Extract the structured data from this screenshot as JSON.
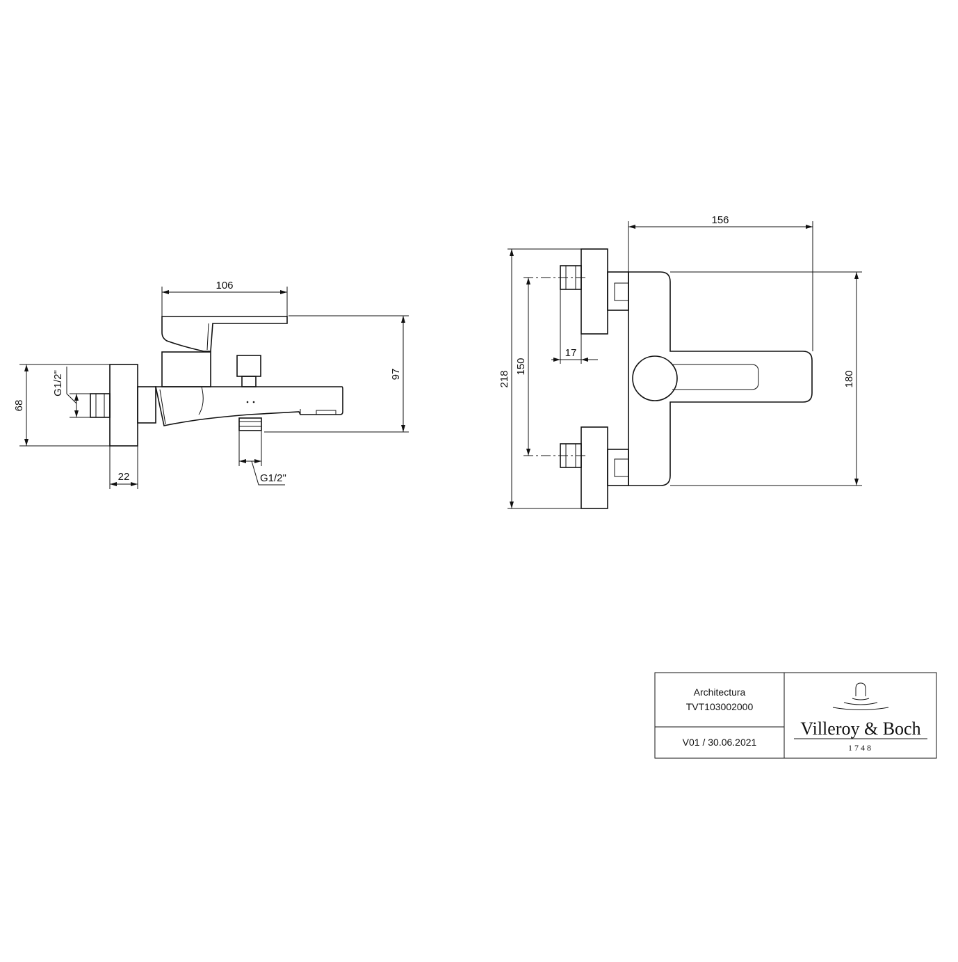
{
  "side_view": {
    "dim_width": "106",
    "dim_height": "97",
    "dim_flange_height": "68",
    "dim_flange_depth": "22",
    "thread_inlet": "G1/2\"",
    "thread_outlet": "G1/2\""
  },
  "top_view": {
    "dim_width": "156",
    "dim_overall_height": "218",
    "dim_center_distance": "150",
    "dim_body_height": "180",
    "dim_offset": "17"
  },
  "title_block": {
    "product_name": "Architectura",
    "article_number": "TVT103002000",
    "version": "V01 / 30.06.2021",
    "brand": "Villeroy & Boch",
    "brand_year": "1748"
  }
}
